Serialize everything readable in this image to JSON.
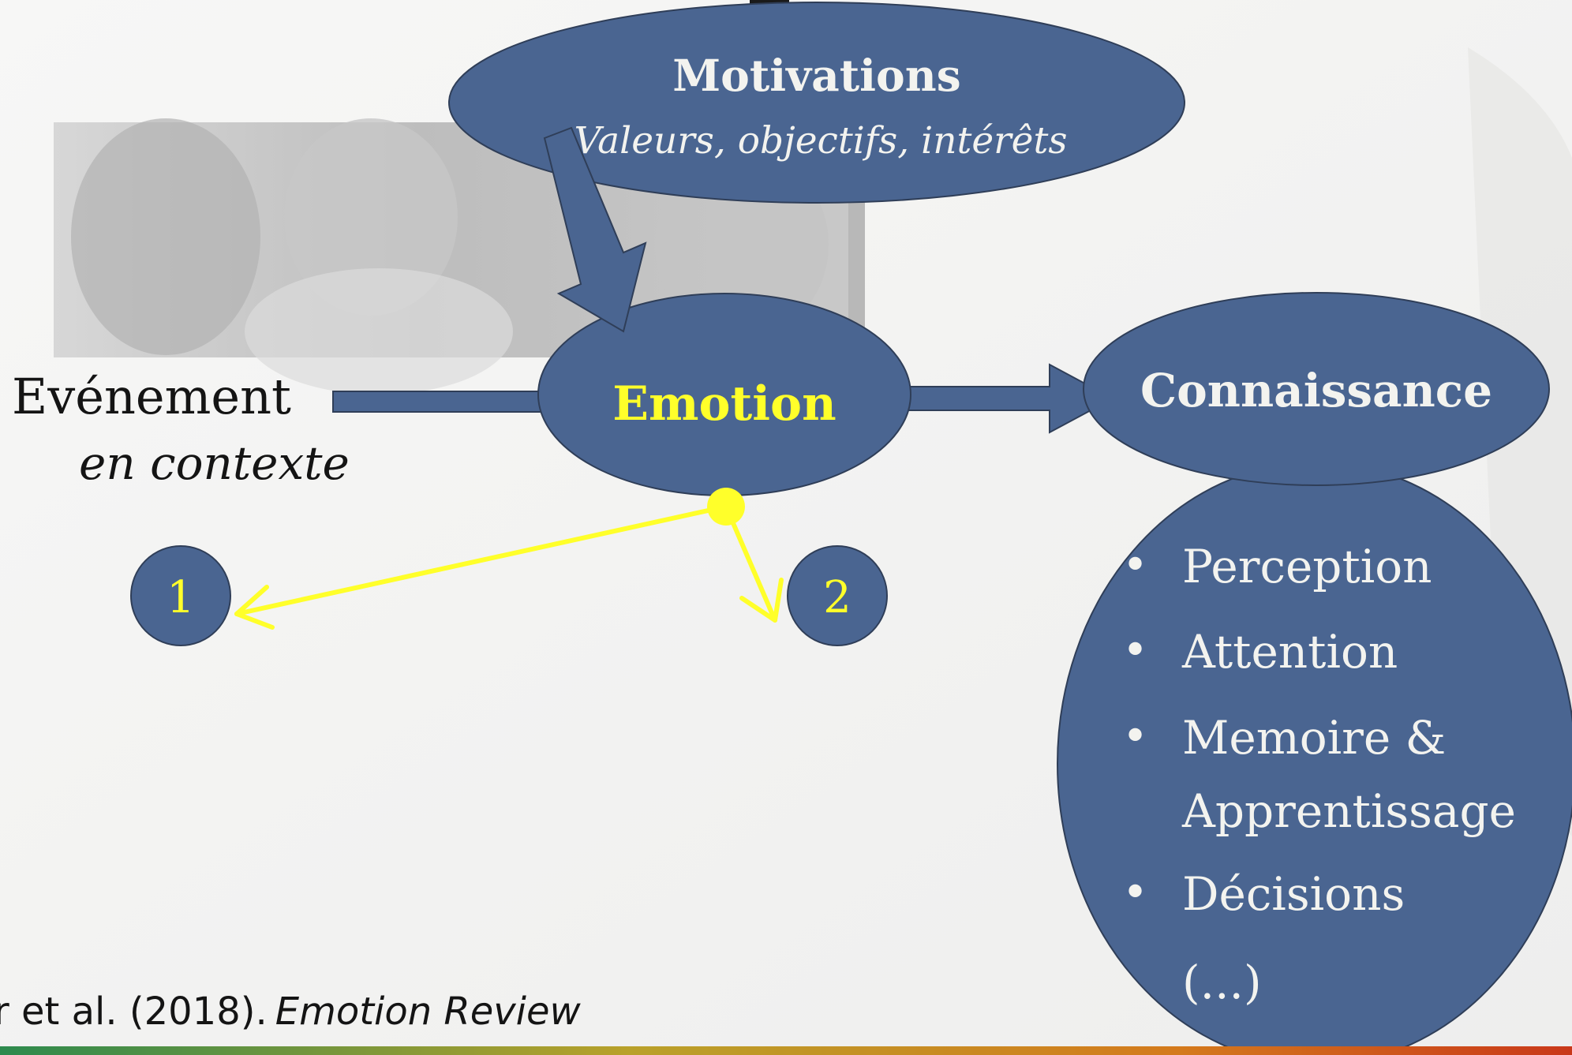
{
  "motivations": {
    "title": "Motivations",
    "subtitle": "Valeurs, objectifs, intérêts"
  },
  "event": {
    "title": "Evénement",
    "subtitle": "en contexte"
  },
  "emotion": {
    "label": "Emotion"
  },
  "connaissance": {
    "title": "Connaissance",
    "items": [
      "Perception",
      "Attention",
      "Memoire &",
      "Apprentissage",
      "Décisions",
      "(...)"
    ]
  },
  "markers": [
    {
      "label": "1"
    },
    {
      "label": "2"
    }
  ],
  "citation": {
    "authors": "r et al. (2018).",
    "journal": "Emotion Review"
  },
  "colors": {
    "ellipse_fill": "#4a6591",
    "ellipse_stroke": "#2f3e58",
    "highlight": "#ffff2a",
    "text_light": "#f3f3ef",
    "text_dark": "#141414",
    "background": "#f2f2f1",
    "photo_tone": "#cfcfcf"
  }
}
